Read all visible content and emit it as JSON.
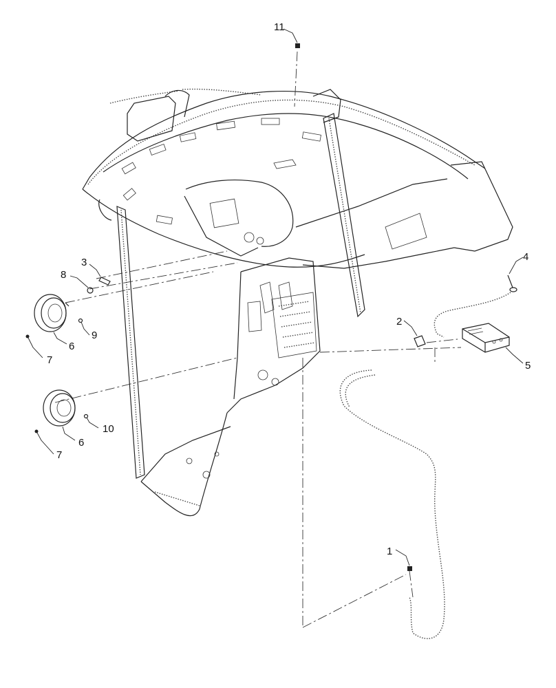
{
  "callouts": [
    {
      "id": "11",
      "label": "11"
    },
    {
      "id": "3",
      "label": "3"
    },
    {
      "id": "8",
      "label": "8"
    },
    {
      "id": "9",
      "label": "9"
    },
    {
      "id": "6a",
      "label": "6"
    },
    {
      "id": "7a",
      "label": "7"
    },
    {
      "id": "10",
      "label": "10"
    },
    {
      "id": "6b",
      "label": "6"
    },
    {
      "id": "7b",
      "label": "7"
    },
    {
      "id": "4",
      "label": "4"
    },
    {
      "id": "2",
      "label": "2"
    },
    {
      "id": "5",
      "label": "5"
    },
    {
      "id": "1",
      "label": "1"
    }
  ]
}
